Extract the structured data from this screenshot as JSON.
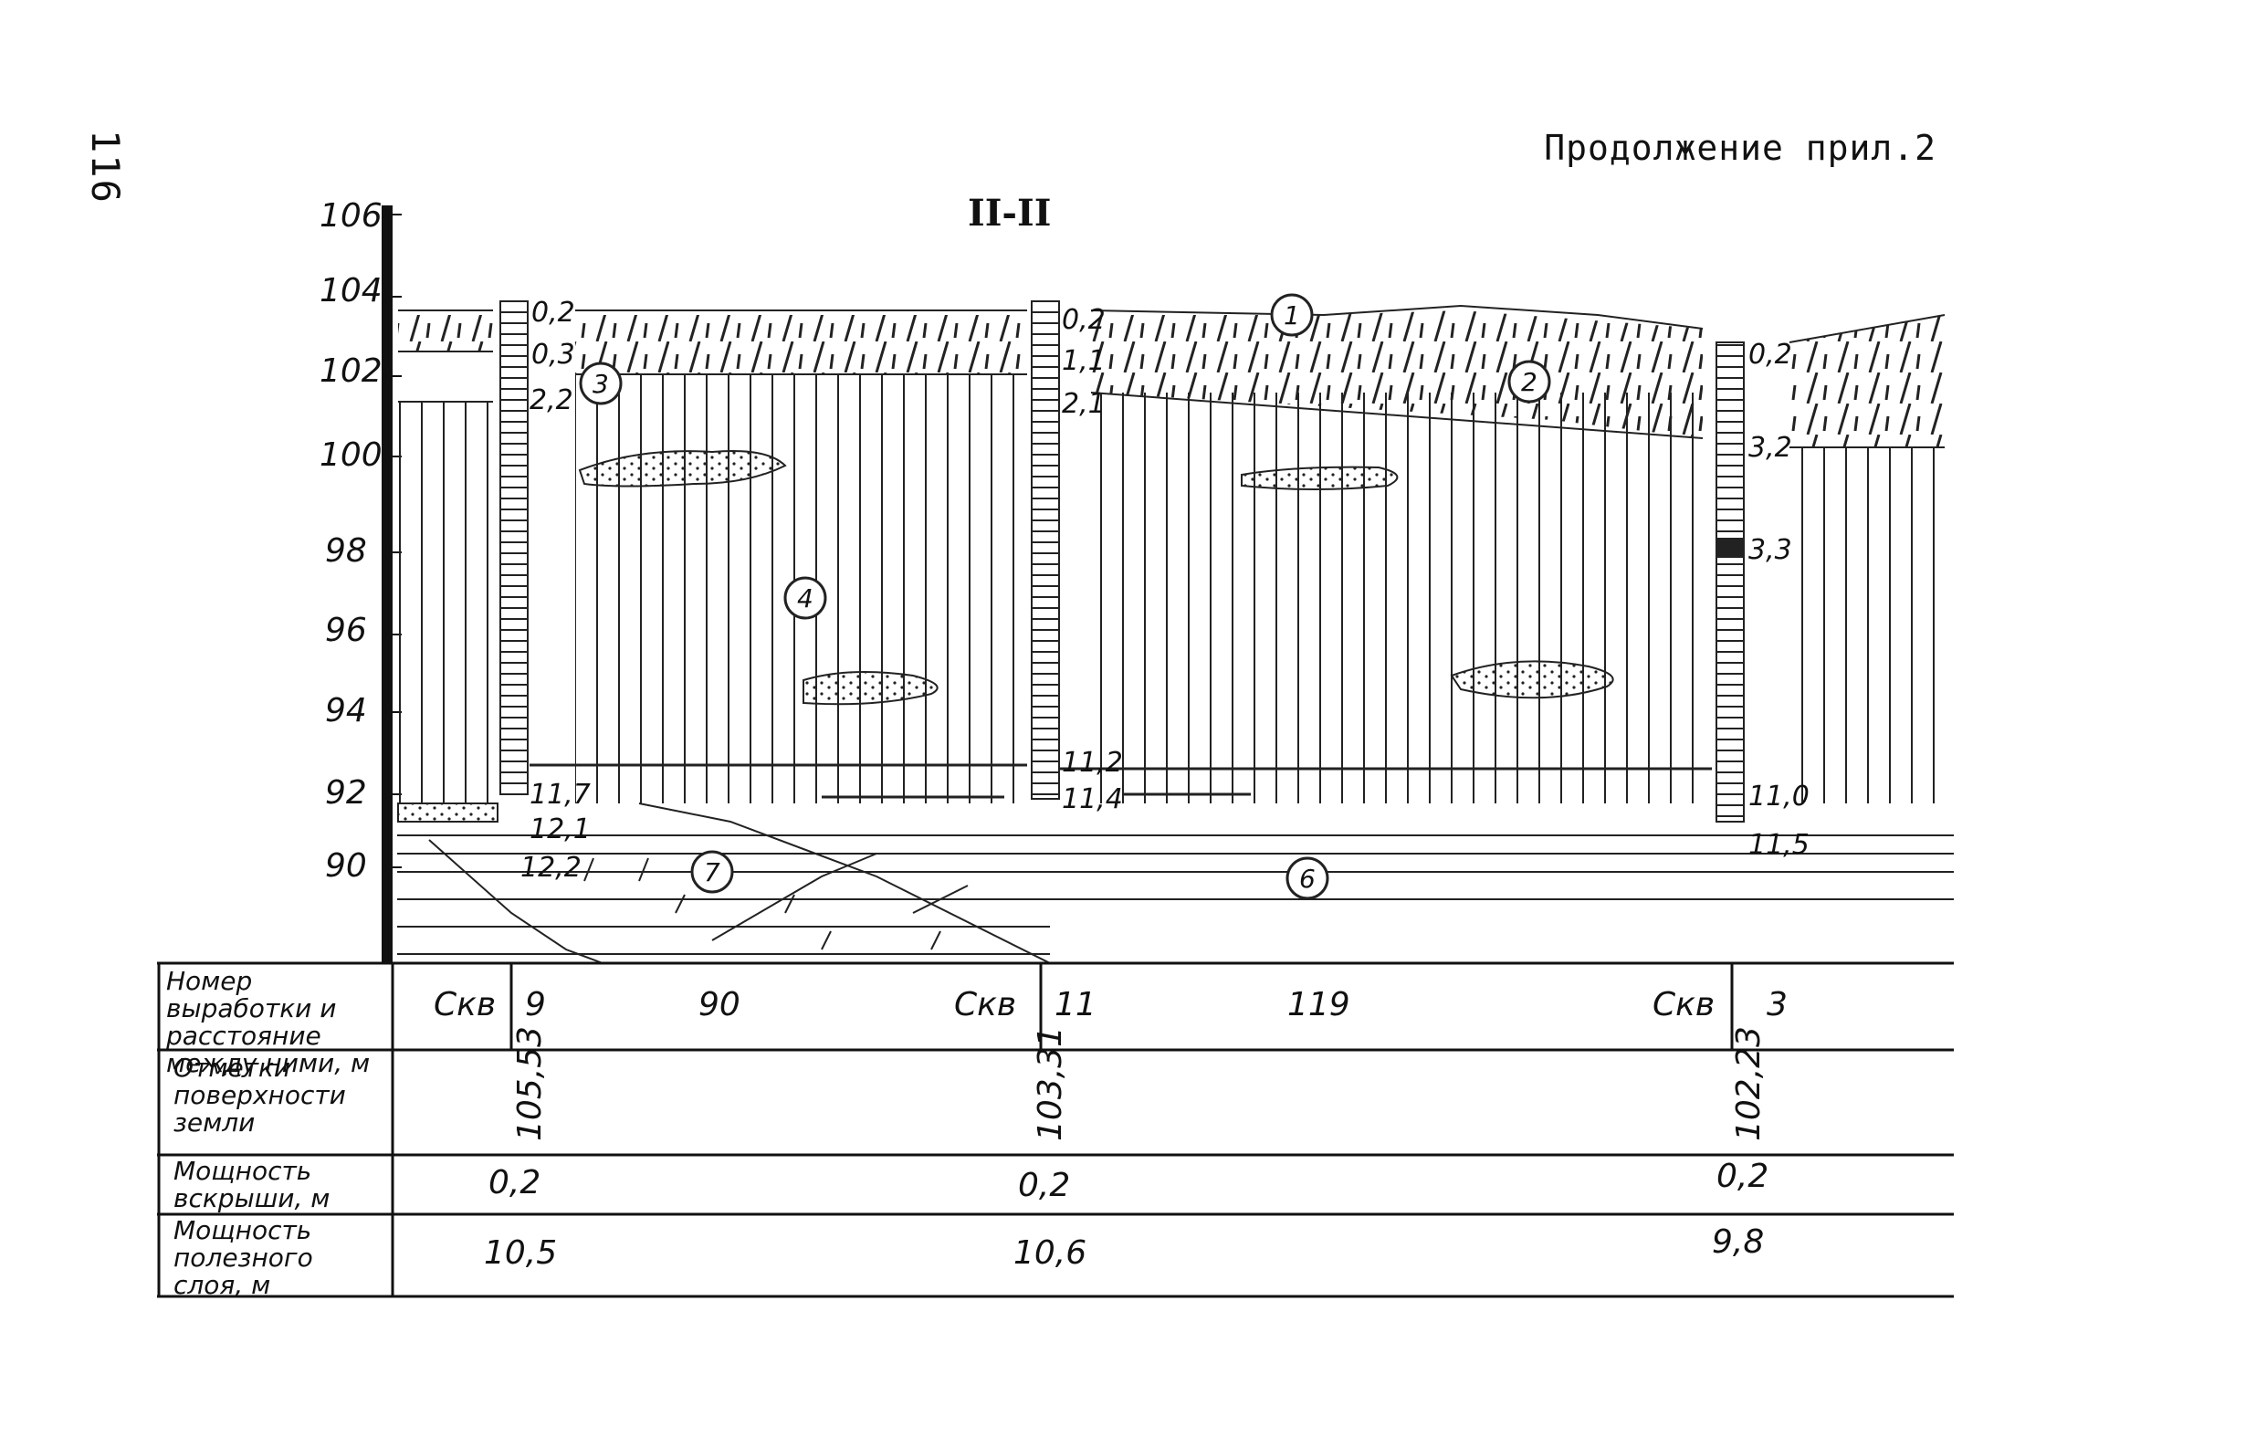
{
  "page_number": "116",
  "header": "Продолжение прил.2",
  "section_title": "II-II",
  "y_axis": {
    "ticks": [
      "106",
      "104",
      "102",
      "100",
      "98",
      "96",
      "94",
      "92",
      "90"
    ]
  },
  "boreholes": [
    {
      "layer_depths": [
        "0,2",
        "0,3",
        "2,2",
        "11,7",
        "12,1",
        "12,2"
      ]
    },
    {
      "layer_depths": [
        "0,2",
        "1,1",
        "2,1",
        "11,2",
        "11,4"
      ]
    },
    {
      "layer_depths": [
        "0,2",
        "3,2",
        "3,3",
        "11,0",
        "11,5"
      ]
    }
  ],
  "layer_markers": [
    "1",
    "2",
    "3",
    "4",
    "6",
    "7"
  ],
  "table": {
    "row_labels": [
      "Номер выработки и расстояние между ними, м",
      "Отметки поверхности земли",
      "Мощность вскрыши, м",
      "Мощность полезного слоя, м"
    ],
    "row1": {
      "items": [
        "Скв",
        "9",
        "90",
        "Скв",
        "11",
        "119",
        "Скв",
        "3"
      ]
    },
    "surface_marks": [
      "105,53",
      "103,31",
      "102,23"
    ],
    "overburden": [
      "0,2",
      "0,2",
      "0,2"
    ],
    "useful_layer": [
      "10,5",
      "10,6",
      "9,8"
    ]
  }
}
